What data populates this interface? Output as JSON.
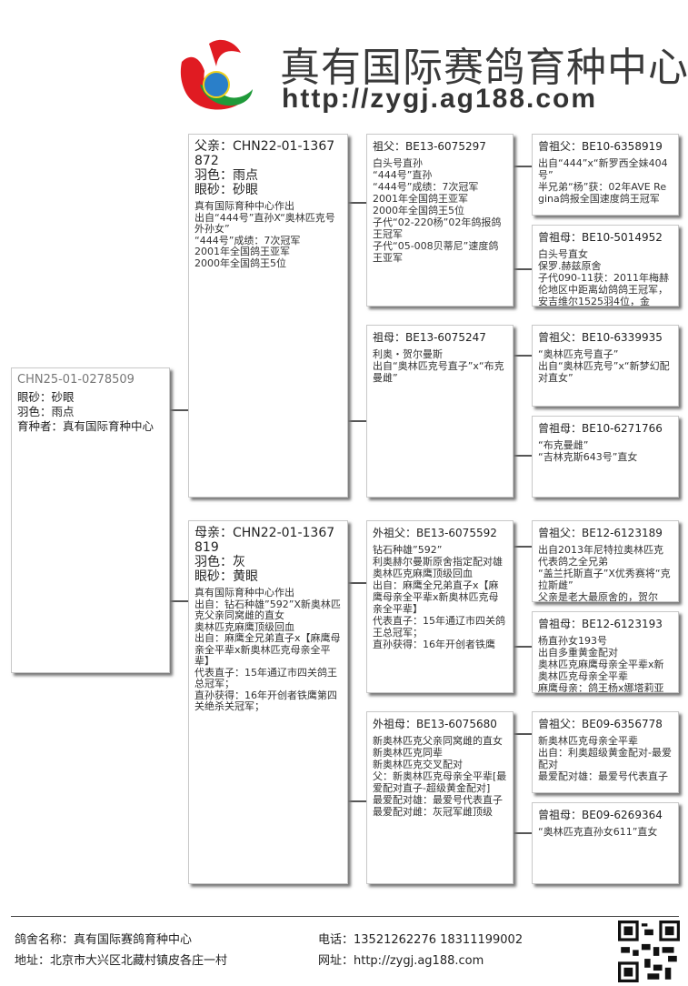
{
  "header": {
    "brand_name": "真有国际赛鸽育种中心",
    "url": "http://zygj.ag188.com"
  },
  "subject": {
    "ring": "CHN25-01-0278509",
    "lines": [
      "眼砂：砂眼",
      "羽色：雨点",
      "育种者：真有国际育种中心"
    ]
  },
  "father": {
    "title": "父亲：CHN22-01-1367872",
    "attrs": [
      "羽色：雨点",
      "眼砂：砂眼"
    ],
    "notes": [
      "真有国际育种中心作出",
      "出自“444号”直孙X“奥林匹克号外孙女”",
      "“444号”成绩：7次冠军",
      "2001年全国鸽王亚军",
      "2000年全国鸽王5位"
    ]
  },
  "mother": {
    "title": "母亲：CHN22-01-1367819",
    "attrs": [
      "羽色：灰",
      "眼砂：黄眼"
    ],
    "notes": [
      "真有国际育种中心作出",
      "出自：钻石种雄”592”X新奥林匹克父亲同窝雌的直女",
      "奥林匹克麻鹰顶级回血",
      "出自：麻鹰全兄弟直子x【麻鹰母亲全平辈x新奥林匹克母亲全平辈】",
      "代表直子：15年通辽市四关鸽王总冠军；",
      "直孙获得：16年开创者铁鹰第四关绝杀关冠军；"
    ]
  },
  "grandparents": [
    {
      "title": "祖父：BE13-6075297",
      "notes": [
        "白头号直孙",
        "“444号”直孙",
        "“444号”成绩：7次冠军",
        "2001年全国鸽王亚军",
        "2000年全国鸽王5位",
        "子代“02-220杨”02年鸽报鸽王冠军",
        "子代“05-008贝蒂尼”速度鸽王亚军"
      ]
    },
    {
      "title": "祖母：BE13-6075247",
      "notes": [
        "利奥・贺尔曼斯",
        "出自“奥林匹克号直子”x“布克曼雌”"
      ]
    },
    {
      "title": "外祖父：BE13-6075592",
      "notes": [
        "钻石种雄”592”",
        "利奥赫尔曼斯原舍指定配对雄",
        "奥林匹克麻鹰顶级回血",
        "出自：麻鹰全兄弟直子x【麻鹰母亲全平辈x新奥林匹克母亲全平辈】",
        "代表直子：15年通辽市四关鸽王总冠军；",
        "直孙获得：16年开创者铁鹰"
      ]
    },
    {
      "title": "外祖母：BE13-6075680",
      "notes": [
        "新奥林匹克父亲同窝雌的直女",
        "新奥林匹克同辈",
        "新奥林匹克交叉配对",
        "父：新奥林匹克母亲全平辈[最爱配对直子-超级黄金配对]",
        "最爱配对雄：最爱号代表直子",
        "最爱配对雌：灰冠军雌顶级"
      ]
    }
  ],
  "great_grandparents": [
    {
      "title": "曾祖父：BE10-6358919",
      "notes": [
        "出自“444”x“新罗西全妹404号”",
        "半兄弟“杨”获：02年AVE Regina鸽报全国速度鸽王冠军"
      ]
    },
    {
      "title": "曾祖母：BE10-5014952",
      "notes": [
        "白头号直女",
        "保罗.赫兹原舍",
        "子代090-11获：2011年梅赫伦地区中距离幼鸽鸽王冠军，安吉维尔1525羽4位，金"
      ]
    },
    {
      "title": "曾祖父：BE10-6339935",
      "notes": [
        "“奥林匹克号直子”",
        "出自“奥林匹克号”x“新梦幻配对直女”"
      ]
    },
    {
      "title": "曾祖母：BE10-6271766",
      "notes": [
        "“布克曼雌”",
        "“吉林克斯643号”直女"
      ]
    },
    {
      "title": "曾祖父：BE12-6123189",
      "notes": [
        "出自2013年尼特拉奥林匹克代表鸽之全兄弟",
        "“盖兰托斯直子”X优秀赛将“克拉斯雌”",
        "父亲是老大最原舍的，贺尔"
      ]
    },
    {
      "title": "曾祖母：BE12-6123193",
      "notes": [
        "杨直孙女193号",
        "出自多重黄金配对",
        "奥林匹克麻鹰母亲全平辈x新奥林匹克母亲全平辈",
        "麻鹰母亲：鸽王杨x娜塔莉亚"
      ]
    },
    {
      "title": "曾祖父：BE09-6356778",
      "notes": [
        "新奥林匹克母亲全平辈",
        "出自：利奥超级黄金配对-最爱配对",
        "最爱配对雄：最爱号代表直子"
      ]
    },
    {
      "title": "曾祖母：BE09-6269364",
      "notes": [
        "“奥林匹克直孙女611”直女"
      ]
    }
  ],
  "footer": {
    "loft_name": "鸽舍名称：真有国际赛鸽育种中心",
    "address": "地址：北京市大兴区北藏村镇皮各庄一村",
    "phone": "电话：13521262276 18311199002",
    "website": "网址：http://zygj.ag188.com"
  },
  "colors": {
    "logo_red": "#e01b22",
    "logo_green": "#1f9a3a",
    "logo_blue": "#2a7fc9",
    "border": "#c8c8c8"
  }
}
